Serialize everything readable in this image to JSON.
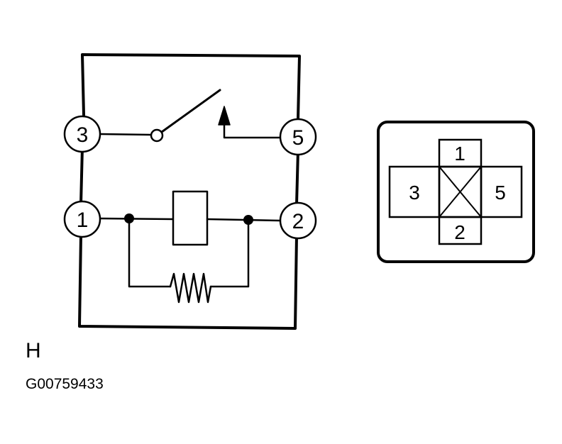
{
  "relay": {
    "terminals": [
      {
        "id": "t3",
        "label": "3"
      },
      {
        "id": "t5",
        "label": "5"
      },
      {
        "id": "t1",
        "label": "1"
      },
      {
        "id": "t2",
        "label": "2"
      }
    ]
  },
  "connector": {
    "pins": [
      {
        "id": "c1",
        "label": "1"
      },
      {
        "id": "c3",
        "label": "3"
      },
      {
        "id": "c5",
        "label": "5"
      },
      {
        "id": "c2",
        "label": "2"
      }
    ]
  },
  "caption": {
    "section": "H",
    "figure_id": "G00759433"
  }
}
